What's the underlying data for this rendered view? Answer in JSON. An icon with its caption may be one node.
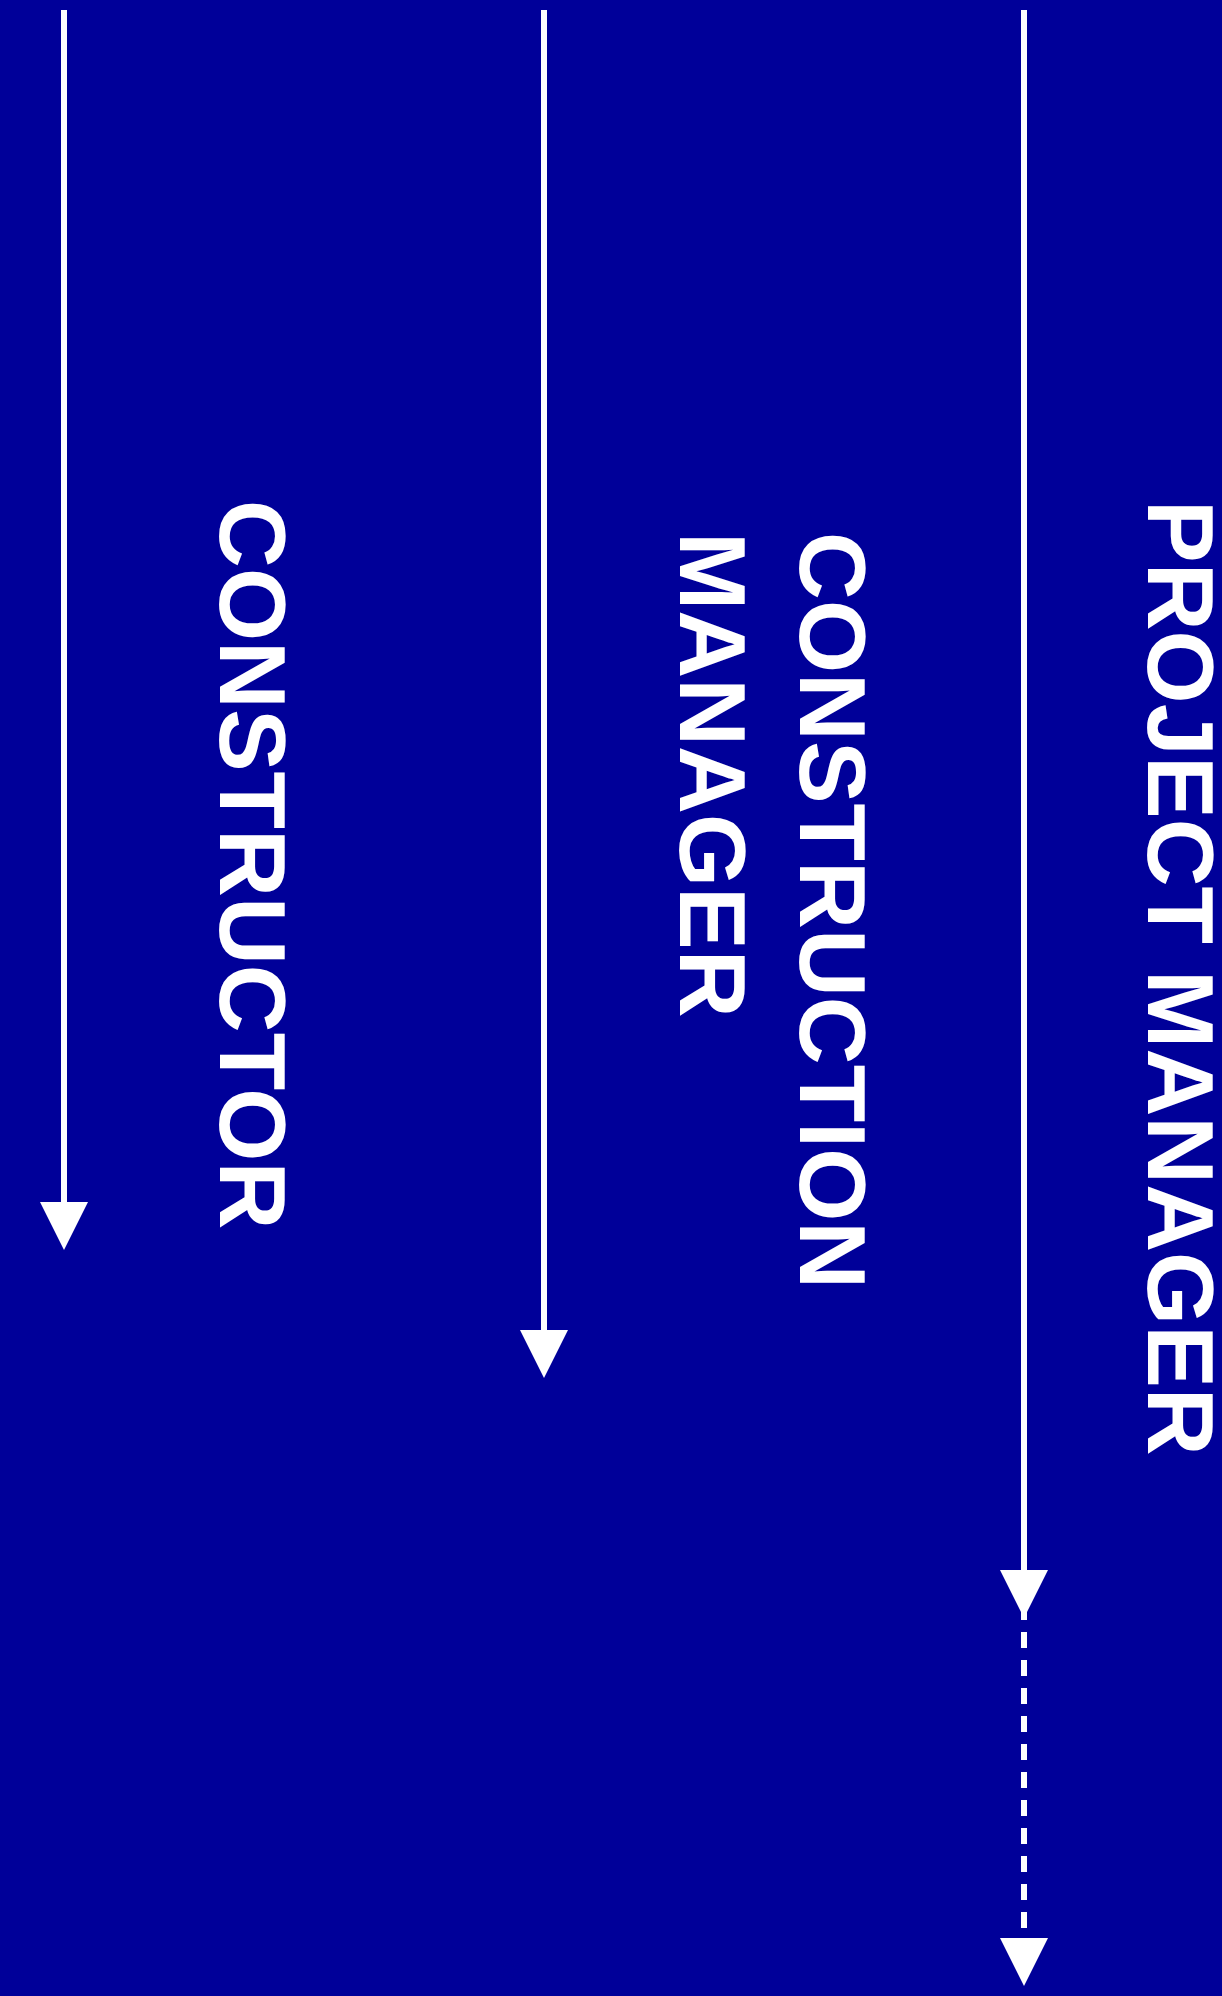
{
  "diagram": {
    "labels": [
      "CONSTRUCTOR",
      "CONSTRUCTION MANAGER",
      "PROJECT MANAGER"
    ]
  }
}
